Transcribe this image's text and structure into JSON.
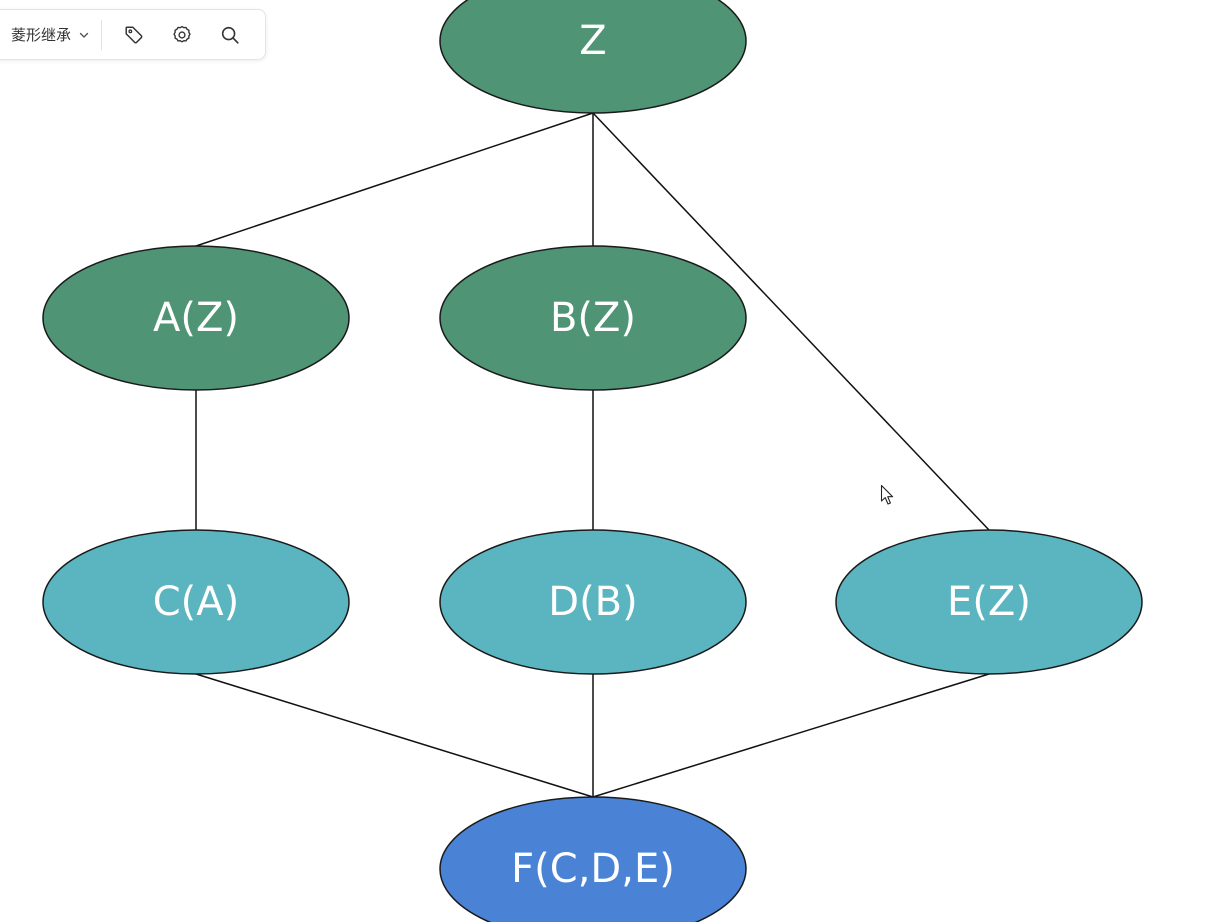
{
  "toolbar": {
    "doc_title": "菱形继承",
    "icons": [
      "chevron-down-icon",
      "tag-icon",
      "gear-icon",
      "search-icon"
    ]
  },
  "colors": {
    "dark_green": "#4f9474",
    "teal": "#5bb5c0",
    "blue": "#4a83d6",
    "edge": "#111111",
    "label": "#ffffff"
  },
  "diagram": {
    "nodes": [
      {
        "id": "Z",
        "label": "Z",
        "color": "dark_green"
      },
      {
        "id": "A",
        "label": "A(Z)",
        "color": "dark_green"
      },
      {
        "id": "B",
        "label": "B(Z)",
        "color": "dark_green"
      },
      {
        "id": "C",
        "label": "C(A)",
        "color": "teal"
      },
      {
        "id": "D",
        "label": "D(B)",
        "color": "teal"
      },
      {
        "id": "E",
        "label": "E(Z)",
        "color": "teal"
      },
      {
        "id": "F",
        "label": "F(C,D,E)",
        "color": "blue"
      }
    ],
    "edges": [
      [
        "Z",
        "A"
      ],
      [
        "Z",
        "B"
      ],
      [
        "Z",
        "E"
      ],
      [
        "A",
        "C"
      ],
      [
        "B",
        "D"
      ],
      [
        "C",
        "F"
      ],
      [
        "D",
        "F"
      ],
      [
        "E",
        "F"
      ]
    ]
  }
}
